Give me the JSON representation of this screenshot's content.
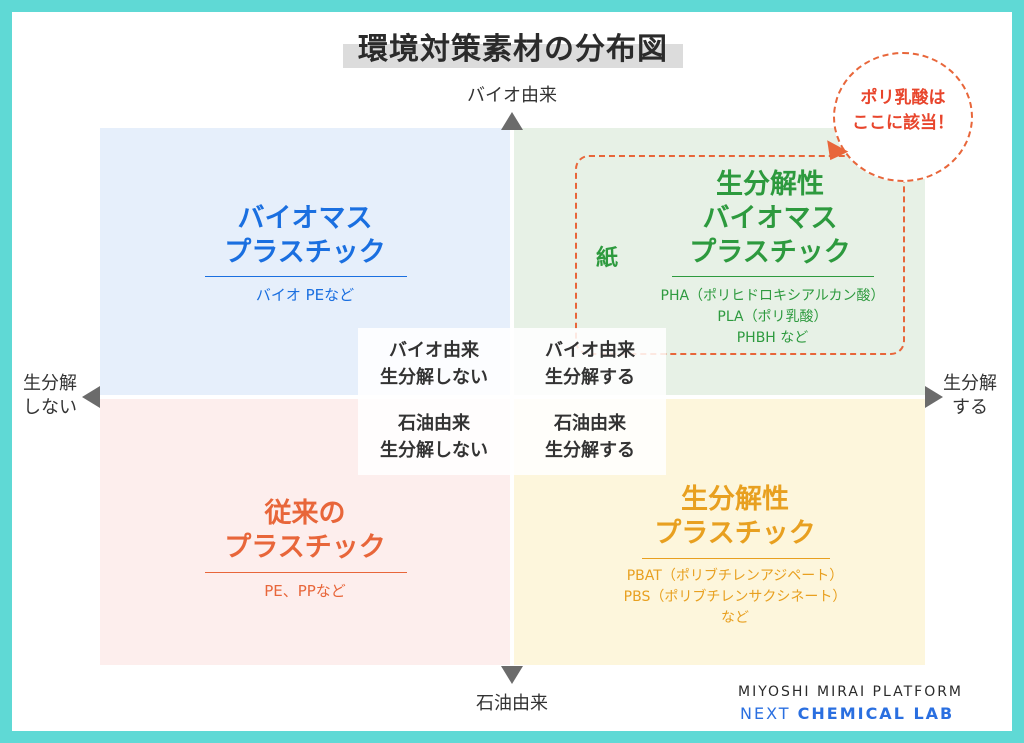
{
  "title": "環境対策素材の分布図",
  "axes": {
    "top": "バイオ由来",
    "bottom": "石油由来",
    "left_line1": "生分解",
    "left_line2": "しない",
    "right_line1": "生分解",
    "right_line2": "する"
  },
  "quadrants": {
    "top_left": {
      "title_line1": "バイオマス",
      "title_line2": "プラスチック",
      "examples": "バイオ PEなど",
      "color": "#1a6fe0"
    },
    "top_right": {
      "title_line1": "生分解性",
      "title_line2": "バイオマス",
      "title_line3": "プラスチック",
      "example1": "PHA（ポリヒドロキシアルカン酸）",
      "example2": "PLA（ポリ乳酸）",
      "example3": "PHBH など",
      "color": "#2d9a3e"
    },
    "bottom_left": {
      "title_line1": "従来の",
      "title_line2": "プラスチック",
      "examples": "PE、PPなど",
      "color": "#e8663a"
    },
    "bottom_right": {
      "title_line1": "生分解性",
      "title_line2": "プラスチック",
      "example1": "PBAT（ポリブチレンアジペート）",
      "example2": "PBS（ポリブチレンサクシネート）",
      "example3": "など",
      "color": "#e8a020"
    }
  },
  "center": {
    "tl_line1": "バイオ由来",
    "tl_line2": "生分解しない",
    "tr_line1": "バイオ由来",
    "tr_line2": "生分解する",
    "bl_line1": "石油由来",
    "bl_line2": "生分解しない",
    "br_line1": "石油由来",
    "br_line2": "生分解する"
  },
  "paper_label": "紙",
  "callout": {
    "line1": "ポリ乳酸は",
    "line2": "ここに該当！",
    "color": "#e8452c"
  },
  "footer": {
    "line1": "MIYOSHI MIRAI PLATFORM",
    "line2a": "NEXT ",
    "line2b": "CHEMICAL LAB"
  }
}
